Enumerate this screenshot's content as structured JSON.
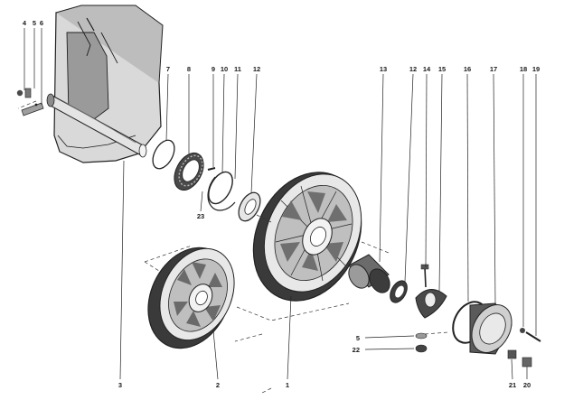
{
  "callouts_top": [
    {
      "id": "c4",
      "label": "4"
    },
    {
      "id": "c5",
      "label": "5"
    },
    {
      "id": "c6",
      "label": "6"
    },
    {
      "id": "c7",
      "label": "7"
    },
    {
      "id": "c8",
      "label": "8"
    },
    {
      "id": "c9",
      "label": "9"
    },
    {
      "id": "c10",
      "label": "10"
    },
    {
      "id": "c11",
      "label": "11"
    },
    {
      "id": "c12a",
      "label": "12"
    },
    {
      "id": "c13",
      "label": "13"
    },
    {
      "id": "c12b",
      "label": "12"
    },
    {
      "id": "c14",
      "label": "14"
    },
    {
      "id": "c15",
      "label": "15"
    },
    {
      "id": "c16",
      "label": "16"
    },
    {
      "id": "c17",
      "label": "17"
    },
    {
      "id": "c18",
      "label": "18"
    },
    {
      "id": "c19",
      "label": "19"
    }
  ],
  "callouts_other": [
    {
      "id": "c23",
      "label": "23"
    },
    {
      "id": "c5b",
      "label": "5"
    },
    {
      "id": "c22",
      "label": "22"
    },
    {
      "id": "c3",
      "label": "3"
    },
    {
      "id": "c2",
      "label": "2"
    },
    {
      "id": "c1",
      "label": "1"
    },
    {
      "id": "c21",
      "label": "21"
    },
    {
      "id": "c20",
      "label": "20"
    }
  ]
}
